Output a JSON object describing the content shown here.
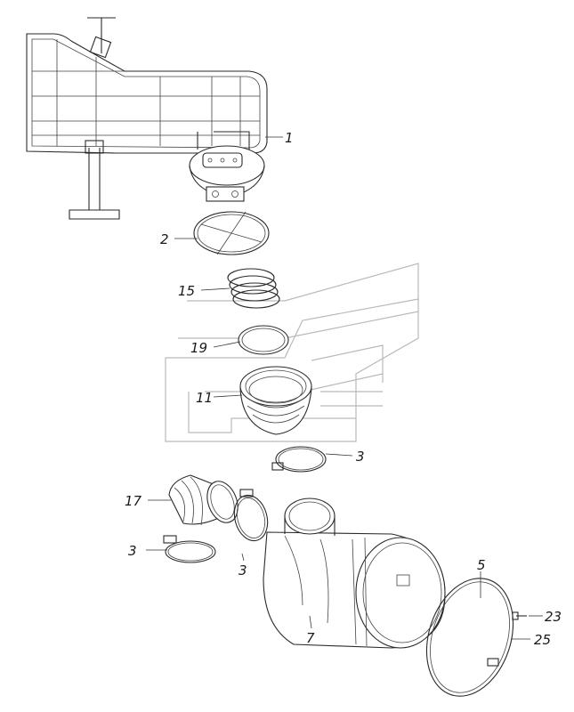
{
  "diagram": {
    "callouts": [
      {
        "id": "c1",
        "text": "1"
      },
      {
        "id": "c2",
        "text": "2"
      },
      {
        "id": "c15",
        "text": "15"
      },
      {
        "id": "c19",
        "text": "19"
      },
      {
        "id": "c11",
        "text": "11"
      },
      {
        "id": "c3a",
        "text": "3"
      },
      {
        "id": "c17",
        "text": "17"
      },
      {
        "id": "c3b",
        "text": "3"
      },
      {
        "id": "c3c",
        "text": "3"
      },
      {
        "id": "c7",
        "text": "7"
      },
      {
        "id": "c5",
        "text": "5"
      },
      {
        "id": "c23",
        "text": "23"
      },
      {
        "id": "c25",
        "text": "25"
      }
    ]
  }
}
